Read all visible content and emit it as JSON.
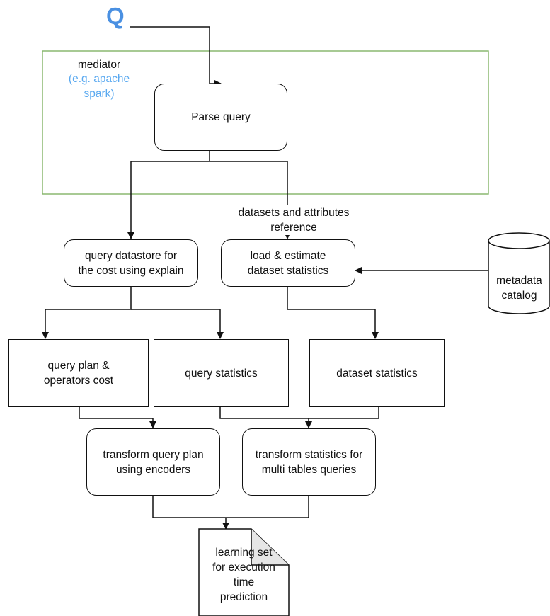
{
  "query_symbol": "Q",
  "mediator": {
    "label": "mediator",
    "example": "(e.g. apache\nspark)"
  },
  "nodes": {
    "parse_query": "Parse query",
    "refs_label": "datasets and attributes\nreference",
    "query_datastore": "query datastore for\nthe cost using explain",
    "load_estimate": "load & estimate\ndataset statistics",
    "metadata_catalog": "metadata\ncatalog",
    "query_plan": "query plan &\noperators cost",
    "query_statistics": "query statistics",
    "dataset_statistics": "dataset statistics",
    "transform_plan": "transform query plan\nusing encoders",
    "transform_stats": "transform statistics for\nmulti tables queries",
    "learning_set": "learning set\nfor execution\ntime\nprediction"
  },
  "colors": {
    "query_blue": "#4a90e2",
    "mediator_green": "#82b366",
    "example_blue": "#5aa9f0",
    "line": "#111111"
  }
}
